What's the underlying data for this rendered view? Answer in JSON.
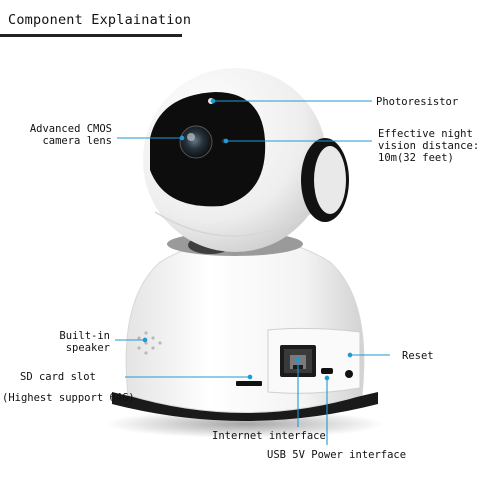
{
  "title": "Component Explaination",
  "labels": {
    "photoresistor": "Photoresistor",
    "cmos_line1": "Advanced CMOS",
    "cmos_line2": "camera lens",
    "night_line1": "Effective night",
    "night_line2": "vision distance:",
    "night_line3": "10m(32 feet)",
    "speaker_line1": "Built-in",
    "speaker_line2": "speaker",
    "sd_line1": "SD card slot",
    "sd_line2": "(Highest support 64G)",
    "reset": "Reset",
    "internet": "Internet interface",
    "usb": "USB 5V Power interface"
  },
  "colors": {
    "callout_line": "#1e9ad6",
    "body_white": "#f4f4f4",
    "lens_black": "#0d0d0d",
    "title_rule": "#222222"
  }
}
